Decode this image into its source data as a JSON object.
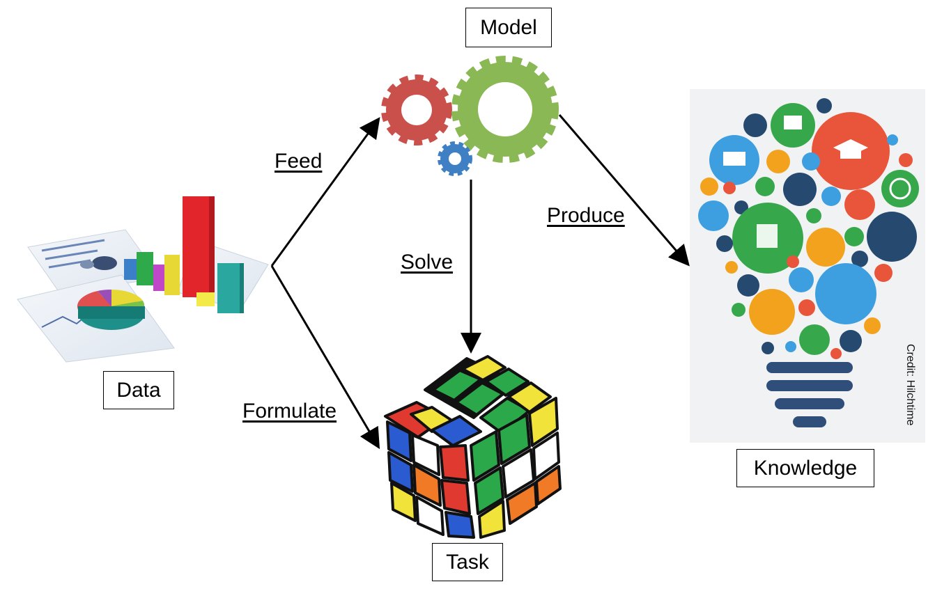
{
  "nodes": {
    "data": "Data",
    "model": "Model",
    "task": "Task",
    "knowledge": "Knowledge"
  },
  "edges": {
    "feed": "Feed",
    "formulate": "Formulate",
    "solve": "Solve",
    "produce": "Produce"
  },
  "credit": "Credit: Hilchtime",
  "colors": {
    "gear_red": "#c9504b",
    "gear_green": "#8ab855",
    "gear_blue": "#3f7fc4",
    "cube_red": "#e03a30",
    "cube_green": "#2aa84a",
    "cube_blue": "#2a5bd0",
    "cube_yellow": "#f2e33a",
    "cube_orange": "#f07a26",
    "bulb_base": "#2f4f7a"
  }
}
